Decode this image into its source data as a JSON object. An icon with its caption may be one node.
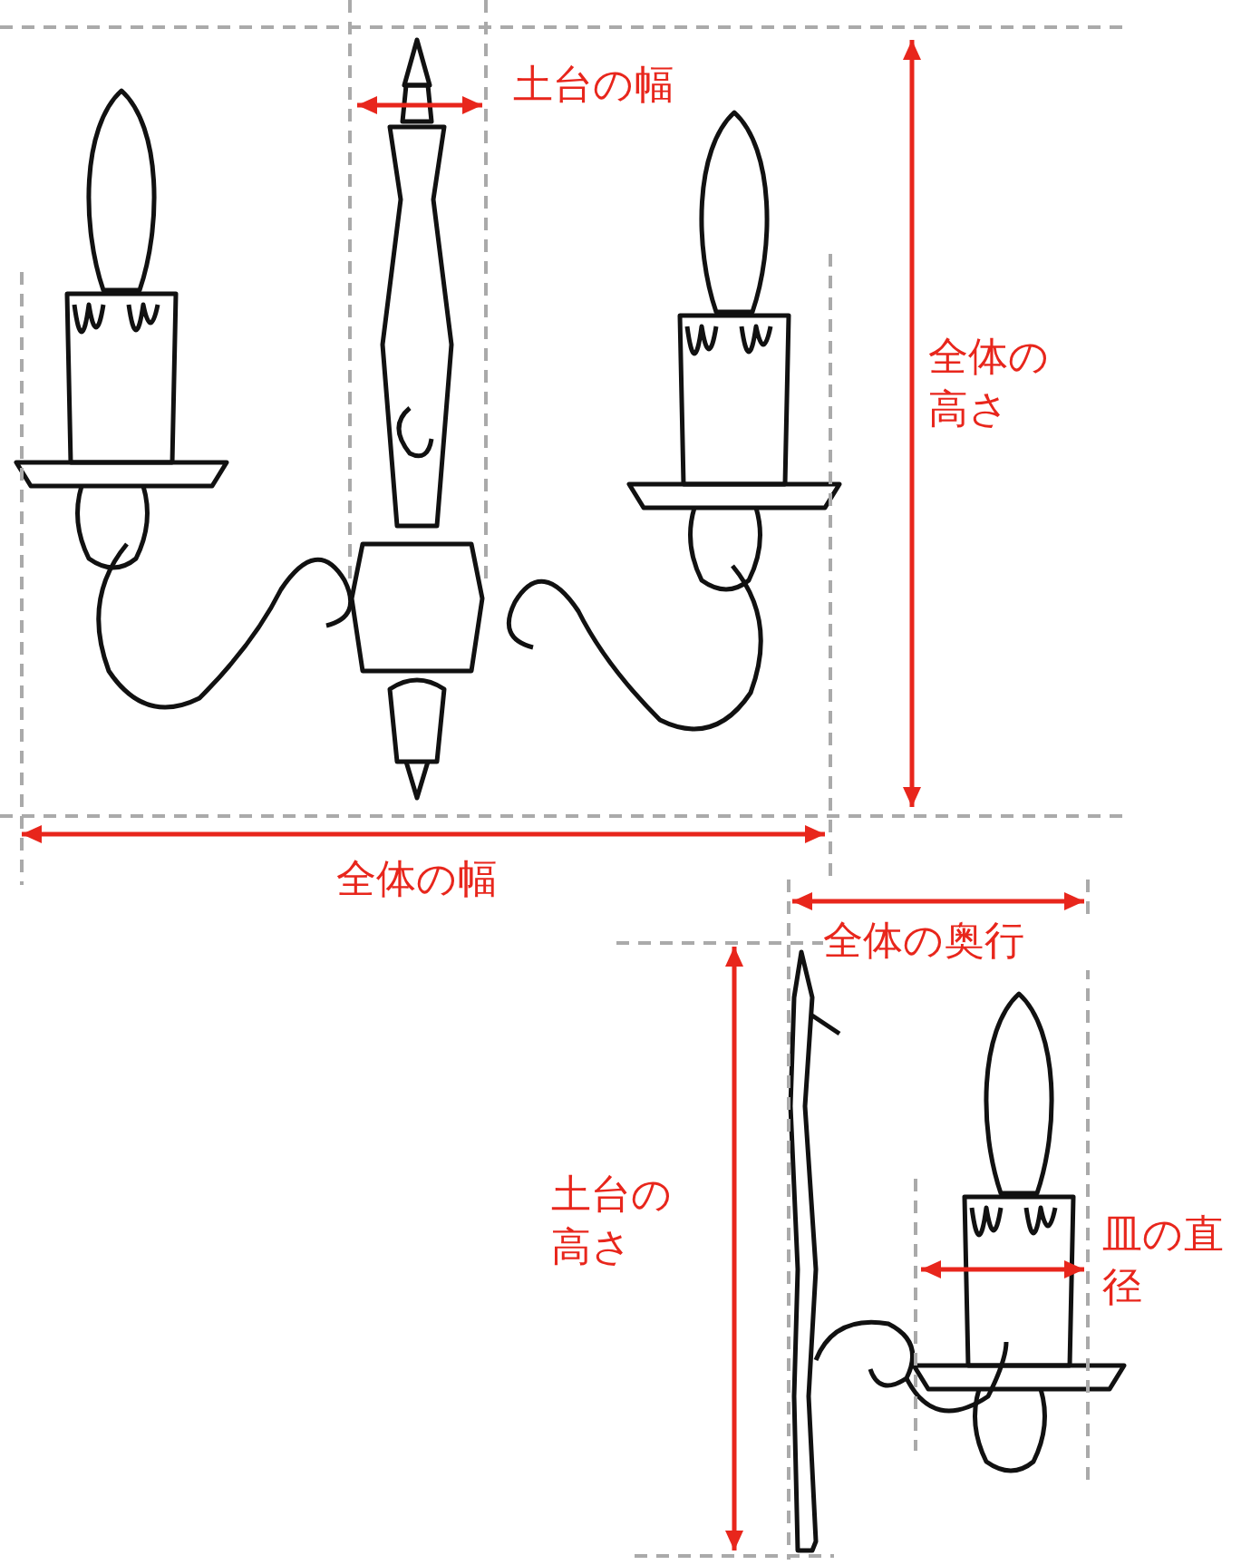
{
  "diagram": {
    "labels": [
      "土台の幅",
      "全体の高さ",
      "全体の幅",
      "全体の奥行",
      "土台の高さ",
      "皿の直径"
    ]
  }
}
